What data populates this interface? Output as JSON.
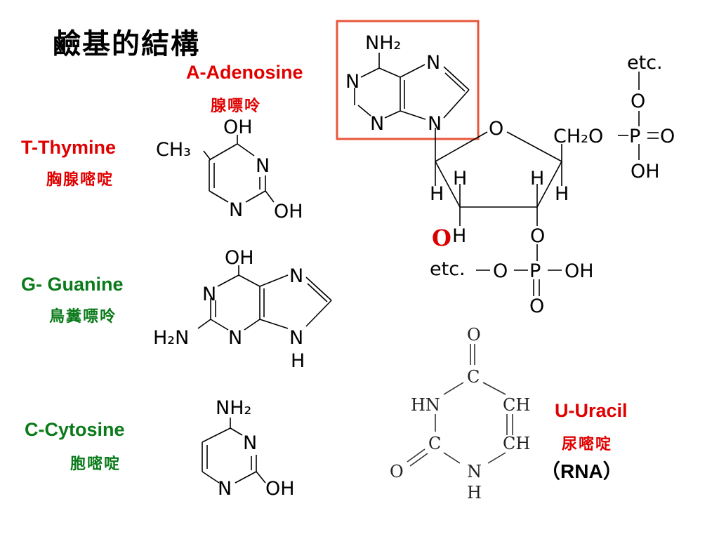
{
  "title": "鹼基的結構",
  "adenine": {
    "en": "A-Adenosine",
    "cn": "腺嘌呤"
  },
  "thymine": {
    "en": "T-Thymine",
    "cn": "胸腺嘧啶"
  },
  "guanine": {
    "en": "G- Guanine",
    "cn": "鳥糞嘌呤"
  },
  "cytosine": {
    "en": "C-Cytosine",
    "cn": "胞嘧啶"
  },
  "uracil": {
    "en": "U-Uracil",
    "cn": "尿嘧啶",
    "note": "（RNA）"
  },
  "nucleotide": {
    "etc_top": "etc.",
    "etc_left": "etc.",
    "ring_o": "O",
    "ch2o": "CH₂O",
    "p": "P",
    "o": "O",
    "oh": "OH",
    "h": "H",
    "red_o": "O"
  },
  "atoms": {
    "nh2": "NH₂",
    "n": "N",
    "oh": "OH",
    "ch3": "CH₃",
    "h2n": "H₂N",
    "h": "H",
    "hn": "HN",
    "ch": "CH",
    "c": "C",
    "o": "O"
  },
  "colors": {
    "red": "#e00000",
    "green": "#0a7a1a",
    "box": "#e8563a"
  }
}
